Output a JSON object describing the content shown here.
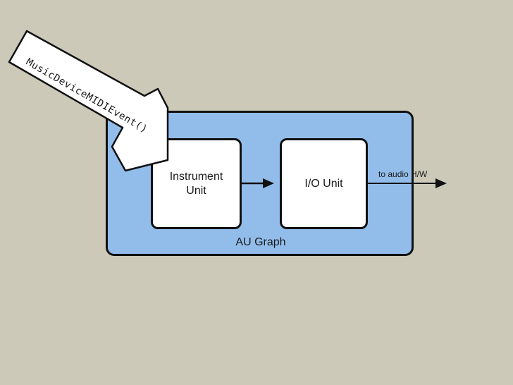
{
  "diagram": {
    "instrument_unit": "Instrument\nUnit",
    "io_unit": "I/O Unit",
    "graph_label": "AU Graph",
    "output_label": "to audio H/W",
    "event_label": "MusicDeviceMIDIEvent()"
  },
  "colors": {
    "background": "#ccc9b9",
    "graph_fill": "#92bdea",
    "box_fill": "#ffffff",
    "stroke": "#111111"
  }
}
